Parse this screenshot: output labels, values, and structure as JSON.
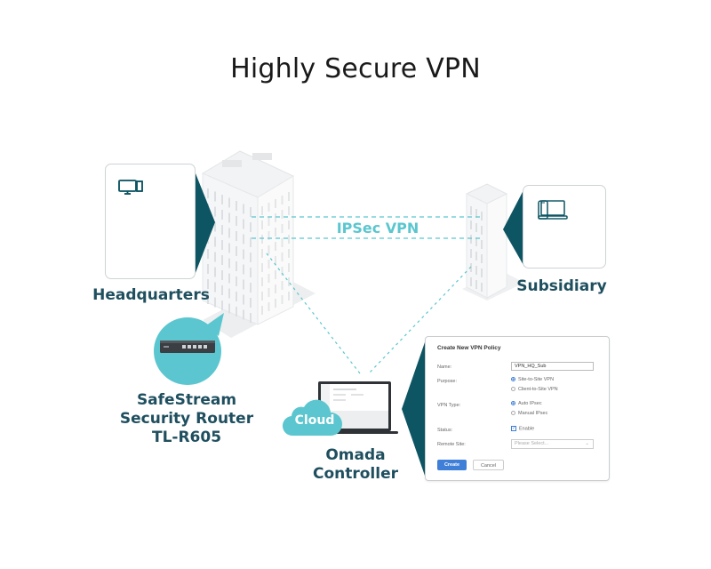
{
  "title": "Highly Secure VPN",
  "colors": {
    "accent_teal": "#5bc6cf",
    "dark_teal": "#0d5563",
    "label_text": "#1f4f5f",
    "dashed_line": "#5bc6cf",
    "primary_button": "#3f7fd8"
  },
  "nodes": {
    "headquarters": {
      "label": "Headquarters",
      "devices": [
        "desktop-computer-icon",
        "desktop-computer-icon",
        "desktop-computer-icon",
        "desktop-computer-icon",
        "desktop-computer-icon",
        "desktop-computer-icon"
      ]
    },
    "subsidiary": {
      "label": "Subsidiary",
      "devices": [
        "laptop-icon",
        "smartphone-icon",
        "laptop-icon",
        "smartphone-icon"
      ]
    },
    "router": {
      "label_lines": [
        "SafeStream",
        "Security Router",
        "TL-R605"
      ]
    },
    "controller": {
      "cloud_label": "Cloud",
      "label_lines": [
        "Omada",
        "Controller"
      ]
    }
  },
  "link": {
    "label": "IPSec VPN"
  },
  "vpn_form": {
    "title": "Create New VPN Policy",
    "fields": {
      "name_label": "Name:",
      "name_value": "VPN_HQ_Sub",
      "purpose_label": "Purpose:",
      "purpose_options": [
        "Site-to-Site VPN",
        "Client-to-Site VPN"
      ],
      "purpose_selected": "Site-to-Site VPN",
      "vpn_type_label": "VPN Type:",
      "vpn_type_options": [
        "Auto IPsec",
        "Manual IPsec"
      ],
      "vpn_type_selected": "Auto IPsec",
      "status_label": "Status:",
      "status_checkbox_label": "Enable",
      "status_checked": true,
      "remote_site_label": "Remote Site:",
      "remote_site_placeholder": "Please Select..."
    },
    "buttons": {
      "create": "Create",
      "cancel": "Cancel"
    }
  }
}
